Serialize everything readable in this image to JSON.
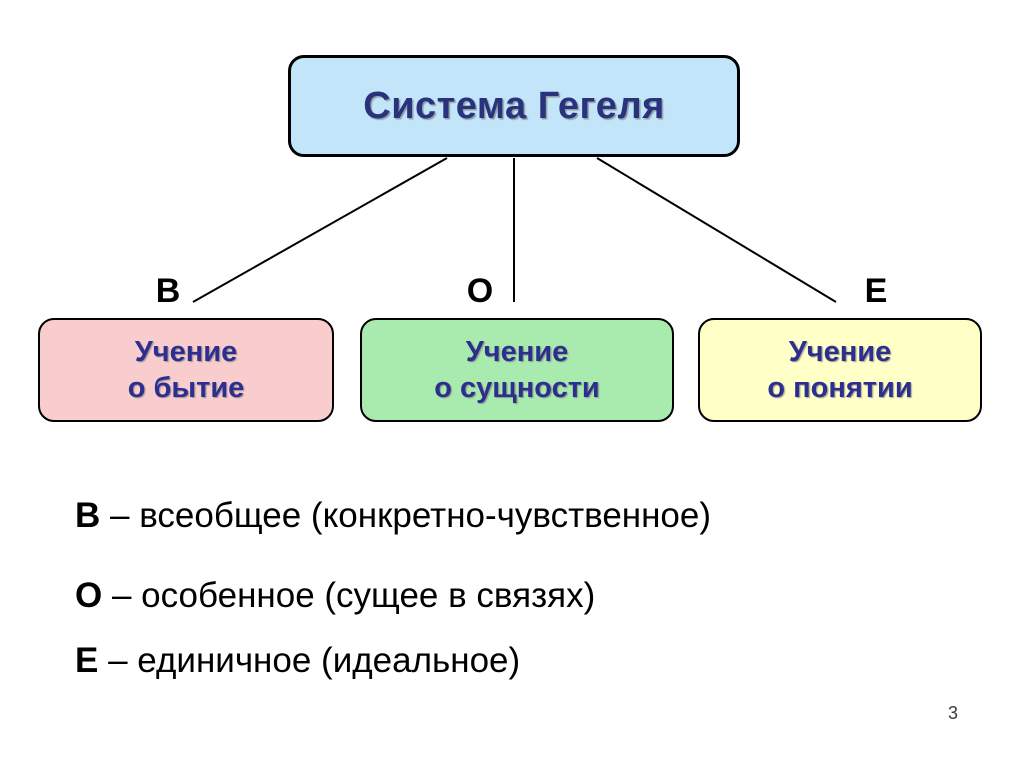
{
  "diagram": {
    "title": "Система Гегеля",
    "colors": {
      "title_fill": "#c3e5fa",
      "being_fill": "#f9cdce",
      "essence_fill": "#a9eaae",
      "concept_fill": "#ffffc8",
      "border": "#000000",
      "box_label_text": "#2d2f8f",
      "title_text": "#28327d"
    },
    "letters": {
      "v": "В",
      "o": "О",
      "e": "Е"
    },
    "boxes": {
      "being": {
        "line1": "Учение",
        "line2": "о бытие"
      },
      "essence": {
        "line1": "Учение",
        "line2": "о сущности"
      },
      "concept": {
        "line1": "Учение",
        "line2": "о понятии"
      }
    },
    "legend": [
      {
        "letter": "В",
        "text": " – всеобщее (конкретно-чувственное)"
      },
      {
        "letter": "О",
        "text": " – особенное (сущее в связях)"
      },
      {
        "letter": "Е",
        "text": " – единичное (идеальное)"
      }
    ]
  },
  "page": {
    "number": "3"
  }
}
